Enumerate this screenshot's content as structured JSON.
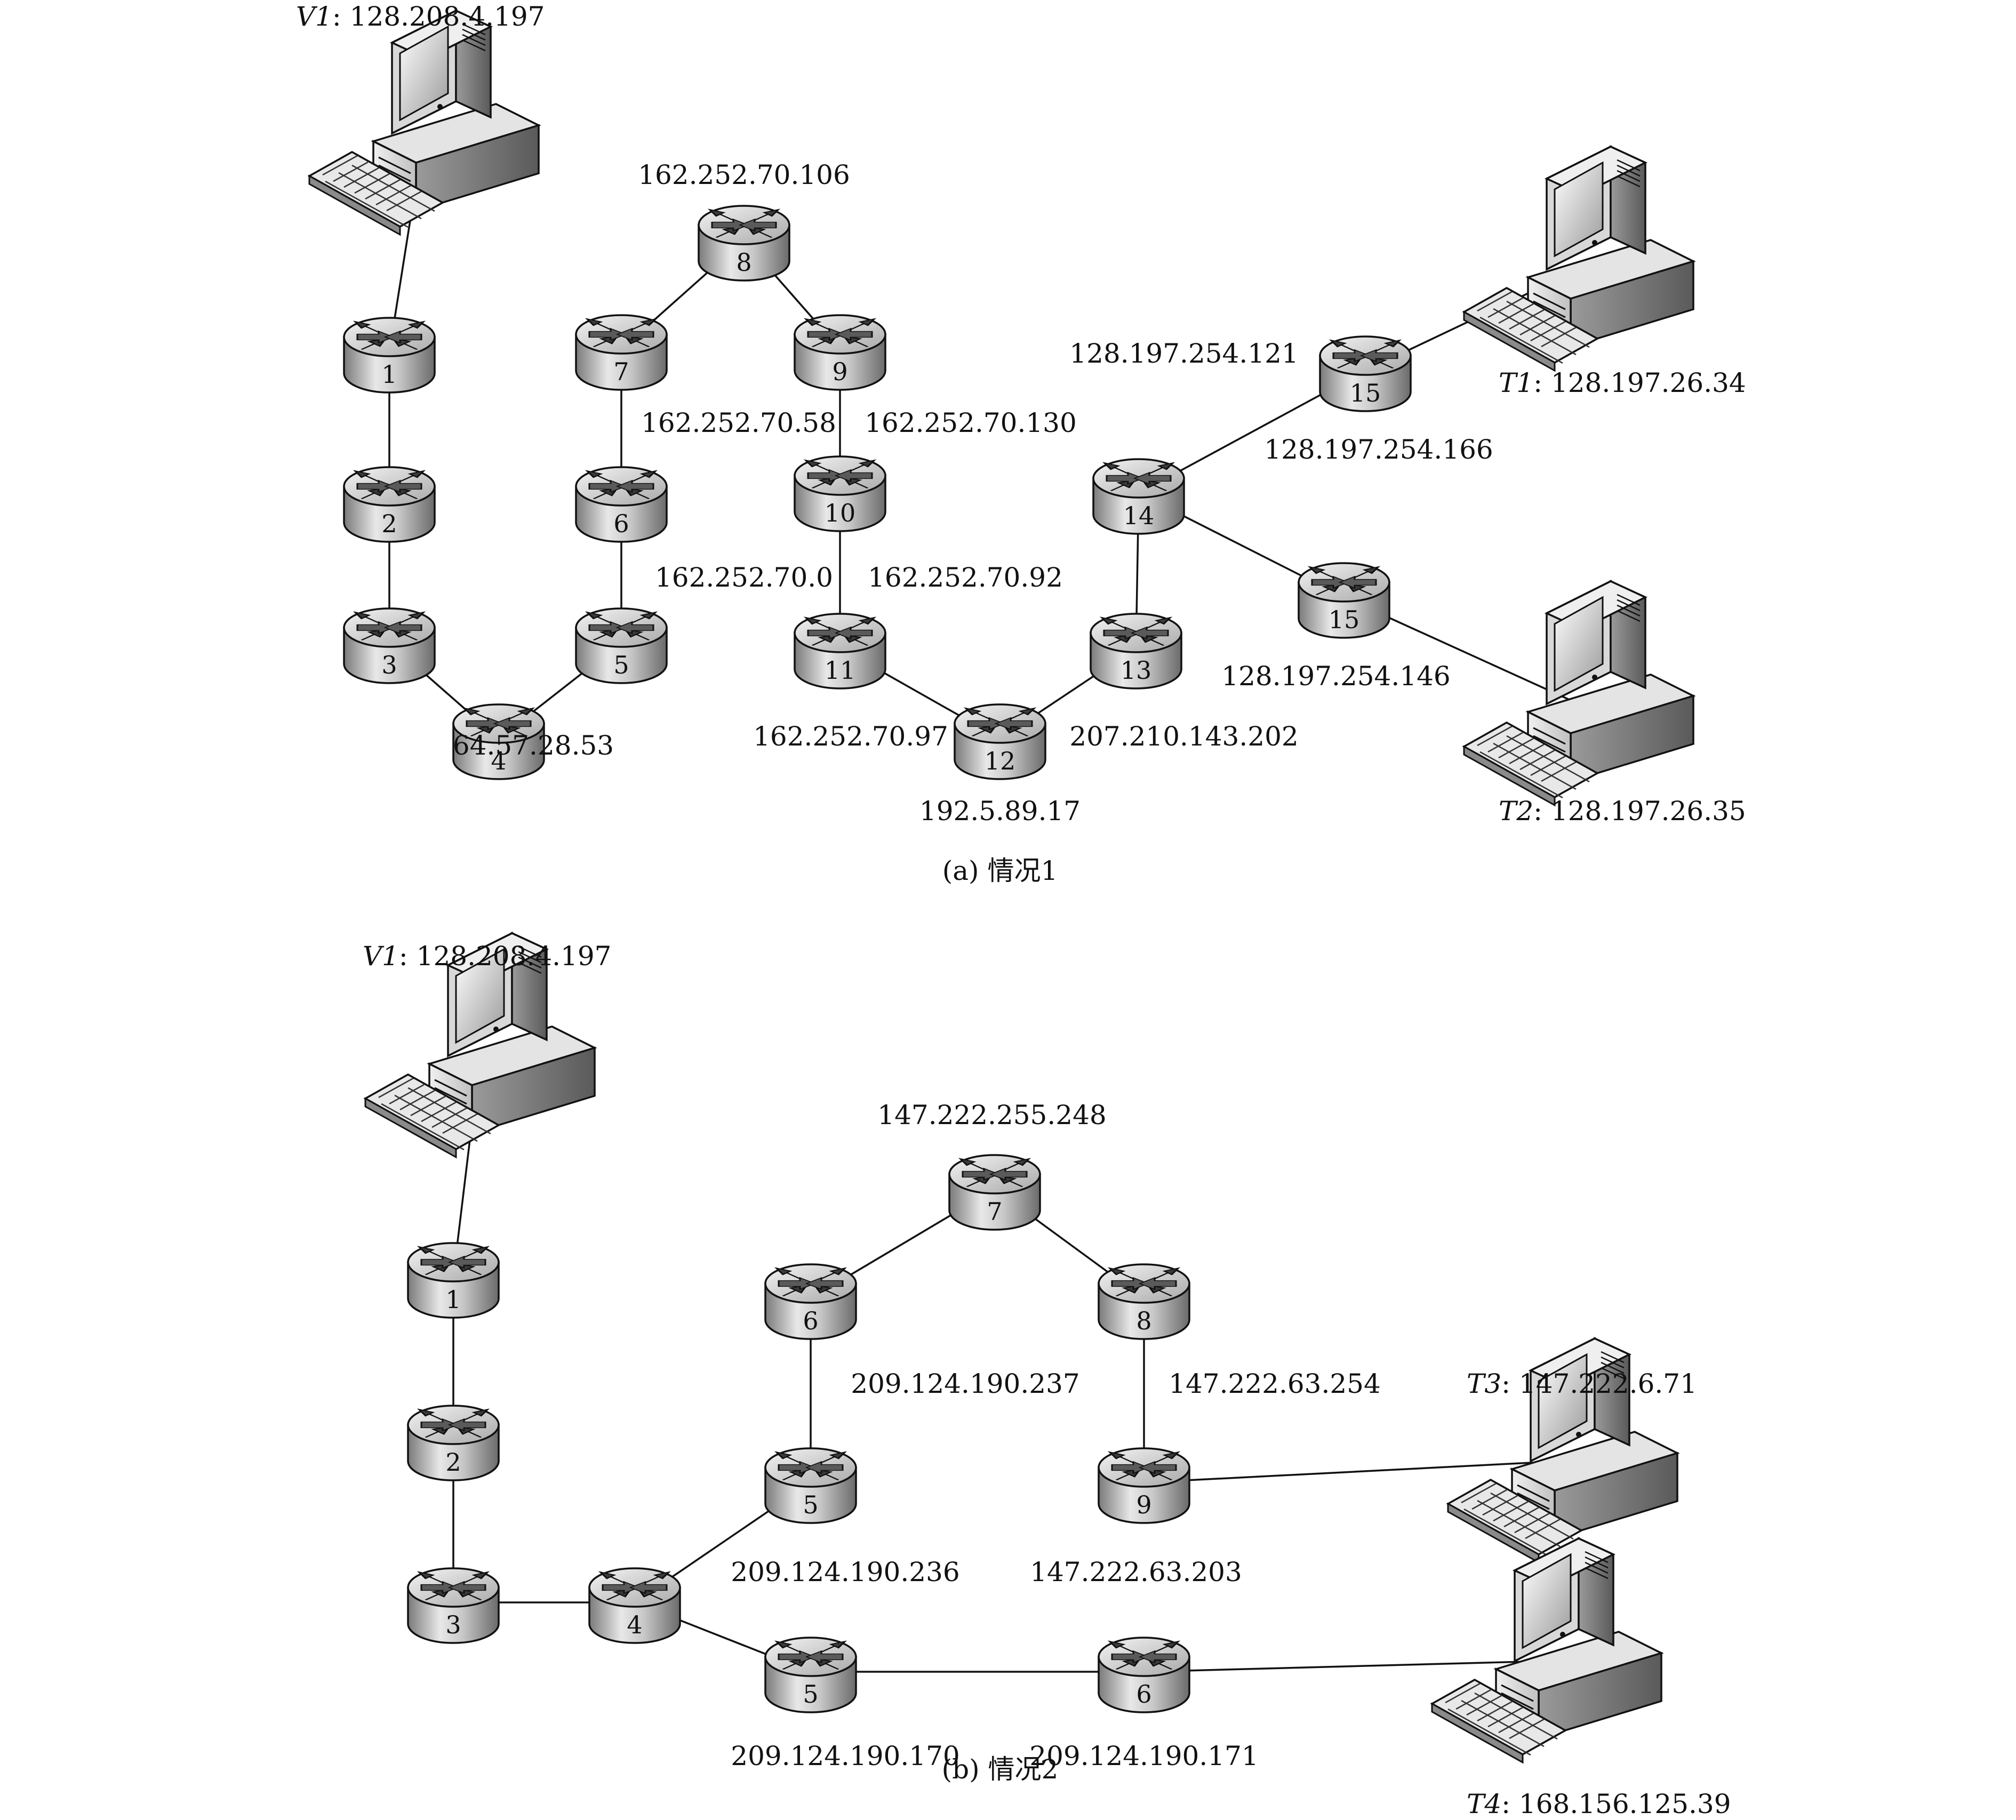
{
  "panels": [
    {
      "caption": "(a) 情况1",
      "routers": [
        {
          "id": "a-r1",
          "num": "1",
          "label": ""
        },
        {
          "id": "a-r2",
          "num": "2",
          "label": ""
        },
        {
          "id": "a-r3",
          "num": "3",
          "label": ""
        },
        {
          "id": "a-r4",
          "num": "4",
          "label": ""
        },
        {
          "id": "a-r5",
          "num": "5",
          "label": "64.57.28.53"
        },
        {
          "id": "a-r6",
          "num": "6",
          "label": ""
        },
        {
          "id": "a-r7",
          "num": "7",
          "label": "162.252.70.58"
        },
        {
          "id": "a-r8",
          "num": "8",
          "label": "162.252.70.106"
        },
        {
          "id": "a-r9",
          "num": "9",
          "label": "162.252.70.130"
        },
        {
          "id": "a-r10",
          "num": "10",
          "label": "162.252.70.0"
        },
        {
          "id": "a-r10b",
          "num": "",
          "label": "162.252.70.92"
        },
        {
          "id": "a-r11",
          "num": "11",
          "label": "162.252.70.97"
        },
        {
          "id": "a-r12",
          "num": "12",
          "label": "192.5.89.17"
        },
        {
          "id": "a-r13",
          "num": "13",
          "label": "207.210.143.202"
        },
        {
          "id": "a-r14",
          "num": "14",
          "label": "128.197.254.121"
        },
        {
          "id": "a-r15a",
          "num": "15",
          "label": "128.197.254.166"
        },
        {
          "id": "a-r15b",
          "num": "15",
          "label": "128.197.254.146"
        }
      ],
      "hosts": [
        {
          "id": "a-v1",
          "name": "V1",
          "ip": ": 128.208.4.197"
        },
        {
          "id": "a-t1",
          "name": "T1",
          "ip": ": 128.197.26.34"
        },
        {
          "id": "a-t2",
          "name": "T2",
          "ip": ": 128.197.26.35"
        }
      ]
    },
    {
      "caption": "(b) 情况2",
      "routers": [
        {
          "id": "b-r1",
          "num": "1",
          "label": ""
        },
        {
          "id": "b-r2",
          "num": "2",
          "label": ""
        },
        {
          "id": "b-r3",
          "num": "3",
          "label": ""
        },
        {
          "id": "b-r4",
          "num": "4",
          "label": ""
        },
        {
          "id": "b-r5u",
          "num": "5",
          "label": "209.124.190.236"
        },
        {
          "id": "b-r6u",
          "num": "6",
          "label": "209.124.190.237"
        },
        {
          "id": "b-r7",
          "num": "7",
          "label": "147.222.255.248"
        },
        {
          "id": "b-r8",
          "num": "8",
          "label": "147.222.63.254"
        },
        {
          "id": "b-r9",
          "num": "9",
          "label": "147.222.63.203"
        },
        {
          "id": "b-r5l",
          "num": "5",
          "label": "209.124.190.170"
        },
        {
          "id": "b-r6l",
          "num": "6",
          "label": "209.124.190.171"
        }
      ],
      "hosts": [
        {
          "id": "b-v1",
          "name": "V1",
          "ip": ": 128.208.4.197"
        },
        {
          "id": "b-t3",
          "name": "T3",
          "ip": ": 147.222.6.71"
        },
        {
          "id": "b-t4",
          "name": "T4",
          "ip": ": 168.156.125.39"
        }
      ]
    }
  ]
}
